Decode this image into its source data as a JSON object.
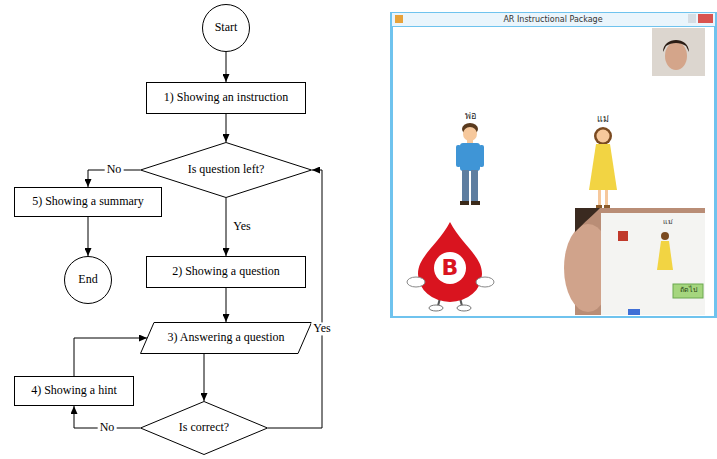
{
  "diagram": {
    "nodes": [
      {
        "text": [
          "Start"
        ]
      },
      {
        "text": [
          "1) Showing an instruction"
        ]
      },
      {
        "text": [
          "Is question left?"
        ]
      },
      {
        "text": [
          "5) Showing a summary"
        ]
      },
      {
        "text": [
          "End"
        ]
      },
      {
        "text": [
          "2) Showing a question"
        ]
      },
      {
        "text": [
          "3) Answering a question"
        ]
      },
      {
        "text": [
          "4) Showing a hint"
        ]
      },
      {
        "text": [
          "Is correct?"
        ]
      }
    ],
    "edges": [
      {
        "from": 0,
        "to": 1,
        "arrow": "to"
      },
      {
        "from": 1,
        "to": 2,
        "arrow": "to"
      },
      {
        "from": 2,
        "to": 3,
        "label": "No",
        "arrow": "to"
      },
      {
        "from": 3,
        "to": 4,
        "arrow": "to"
      },
      {
        "from": 2,
        "to": 5,
        "label": "Yes",
        "arrow": "to"
      },
      {
        "from": 5,
        "to": 6,
        "arrow": "to"
      },
      {
        "from": 6,
        "to": 8,
        "arrow": "to"
      },
      {
        "from": 8,
        "to": 7,
        "label": "No",
        "arrow": "to"
      },
      {
        "from": 7,
        "to": 6,
        "arrow": "to"
      },
      {
        "from": 8,
        "to": 2,
        "label": "Yes",
        "arrow": "to"
      }
    ],
    "labels": [
      "AR Instructional Package",
      "พ่อ",
      "แม่",
      "B",
      "แม่",
      "ถัดไป"
    ]
  }
}
